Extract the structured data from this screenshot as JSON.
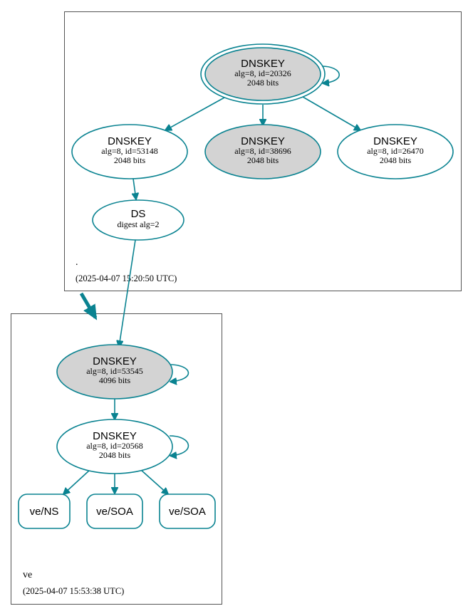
{
  "colors": {
    "accent": "#0a8391",
    "key_fill_highlight": "#d3d3d3",
    "key_fill_normal": "#ffffff",
    "box_stroke": "#555555"
  },
  "root_zone": {
    "name": ".",
    "timestamp": "(2025-04-07 15:20:50 UTC)",
    "ksk": {
      "type": "DNSKEY",
      "desc": "alg=8, id=20326",
      "bits": "2048 bits"
    },
    "zsk1": {
      "type": "DNSKEY",
      "desc": "alg=8, id=53148",
      "bits": "2048 bits"
    },
    "zsk2": {
      "type": "DNSKEY",
      "desc": "alg=8, id=38696",
      "bits": "2048 bits"
    },
    "zsk3": {
      "type": "DNSKEY",
      "desc": "alg=8, id=26470",
      "bits": "2048 bits"
    },
    "ds": {
      "type": "DS",
      "desc": "digest alg=2"
    }
  },
  "ve_zone": {
    "name": "ve",
    "timestamp": "(2025-04-07 15:53:38 UTC)",
    "ksk": {
      "type": "DNSKEY",
      "desc": "alg=8, id=53545",
      "bits": "4096 bits"
    },
    "zsk": {
      "type": "DNSKEY",
      "desc": "alg=8, id=20568",
      "bits": "2048 bits"
    },
    "rrsets": [
      "ve/NS",
      "ve/SOA",
      "ve/SOA"
    ]
  }
}
